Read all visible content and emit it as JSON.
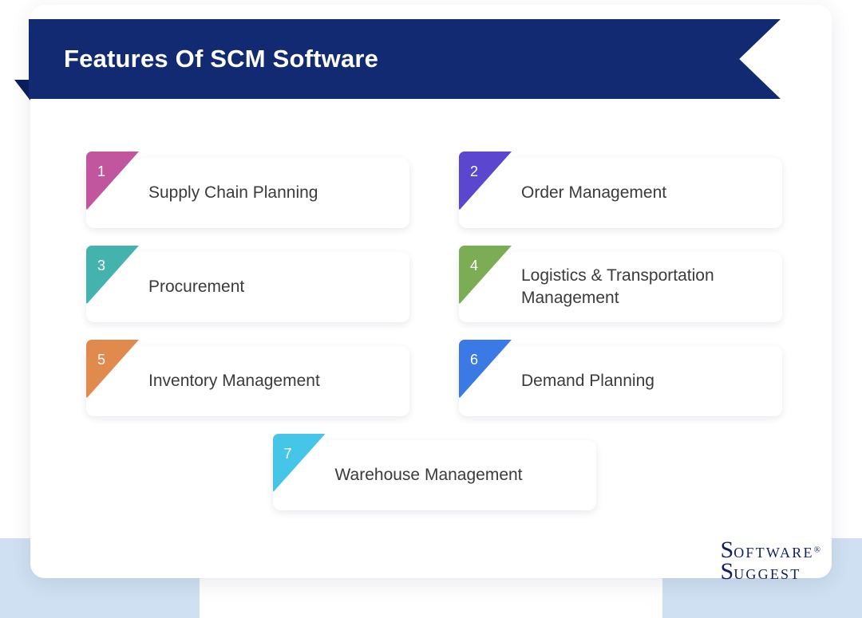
{
  "header": {
    "title": "Features Of SCM Software",
    "ribbon_color": "#112a72",
    "title_color": "#ffffff"
  },
  "features": [
    {
      "number": "1",
      "label": "Supply Chain Planning",
      "color": "#c2569e"
    },
    {
      "number": "2",
      "label": "Order Management",
      "color": "#5a46cf"
    },
    {
      "number": "3",
      "label": "Procurement",
      "color": "#44b3ae"
    },
    {
      "number": "4",
      "label": "Logistics & Transportation Management",
      "color": "#7cad55"
    },
    {
      "number": "5",
      "label": "Inventory Management",
      "color": "#e08b4d"
    },
    {
      "number": "6",
      "label": "Demand Planning",
      "color": "#3b7ae4"
    },
    {
      "number": "7",
      "label": "Warehouse Management",
      "color": "#45c6e8"
    }
  ],
  "logo": {
    "line1_cap": "S",
    "line1_rest": "oftware",
    "registered": "®",
    "line2_cap": "S",
    "line2_rest": "uggest",
    "color": "#10205e"
  },
  "background": {
    "page_color": "#ffffff",
    "accent_strip_color": "#cfe0f2",
    "card_color": "#ffffff"
  }
}
